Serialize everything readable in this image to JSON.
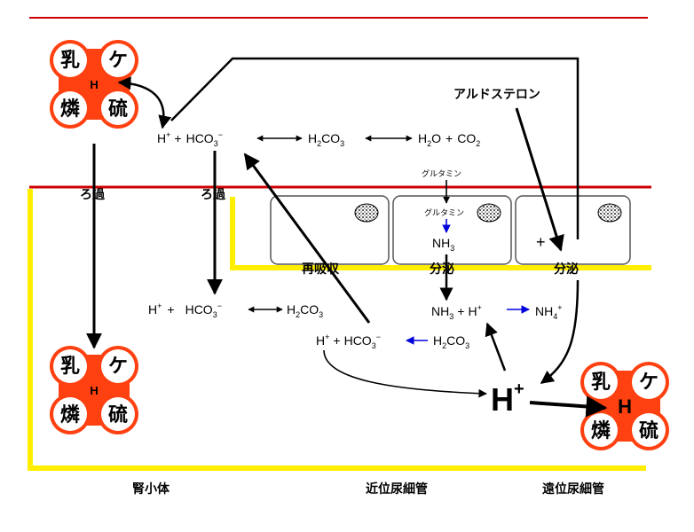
{
  "colors": {
    "membrane_red": "#cc0000",
    "filtrate_yellow": "#ffee00",
    "buffer_orange": "#ff4010",
    "arrow_blue": "#0000dd"
  },
  "buffers": {
    "lactate": "乳",
    "ketone": "ケ",
    "phosphate": "燐",
    "sulfate": "硫",
    "hydrogen": "H"
  },
  "equations": {
    "blood": {
      "h": "H",
      "h_sup": "+",
      "plus": "+",
      "hco3": "HCO",
      "hco3_sub": "3",
      "hco3_sup": "−",
      "h2co3_a": "H",
      "h2co3_sub": "2",
      "h2co3_b": "CO",
      "h2co3_sub2": "3",
      "h2o_a": "H",
      "h2o_sub": "2",
      "h2o_b": "O",
      "plus2": "+",
      "co2": "CO",
      "co2_sub": "2"
    },
    "filtrate": {
      "h": "H",
      "h_sup": "+",
      "plus": "+",
      "hco3": "HCO",
      "hco3_sub": "3",
      "hco3_sup": "−",
      "h2co3_a": "H",
      "h2co3_sub": "2",
      "h2co3_b": "CO",
      "h2co3_sub2": "3"
    },
    "cell": {
      "h": "H",
      "h_sup": "+",
      "plus": "+",
      "hco3": "HCO",
      "hco3_sub": "3",
      "hco3_sup": "−",
      "h2co3_a": "H",
      "h2co3_sub": "2",
      "h2co3_b": "CO",
      "h2co3_sub2": "3"
    },
    "ammonia": {
      "nh3_a": "NH",
      "nh3_sub": "3",
      "plus": "+",
      "h": "H",
      "h_sup": "+",
      "nh4_a": "NH",
      "nh4_sub": "4",
      "nh4_sup": "+"
    },
    "cell_nh3": {
      "a": "NH",
      "sub": "3"
    }
  },
  "labels": {
    "glutamine_1": "グルタミン",
    "glutamine_2": "グルタミン",
    "aldosterone": "アルドステロン",
    "filtration_1": "ろ過",
    "filtration_2": "ろ過",
    "reabsorption": "再吸収",
    "secretion_1": "分泌",
    "secretion_2": "分泌",
    "plus_mark": "+",
    "big_h": "H",
    "big_h_sup": "+"
  },
  "sections": {
    "glomerulus": "腎小体",
    "proximal": "近位尿細管",
    "distal": "遠位尿細管"
  }
}
